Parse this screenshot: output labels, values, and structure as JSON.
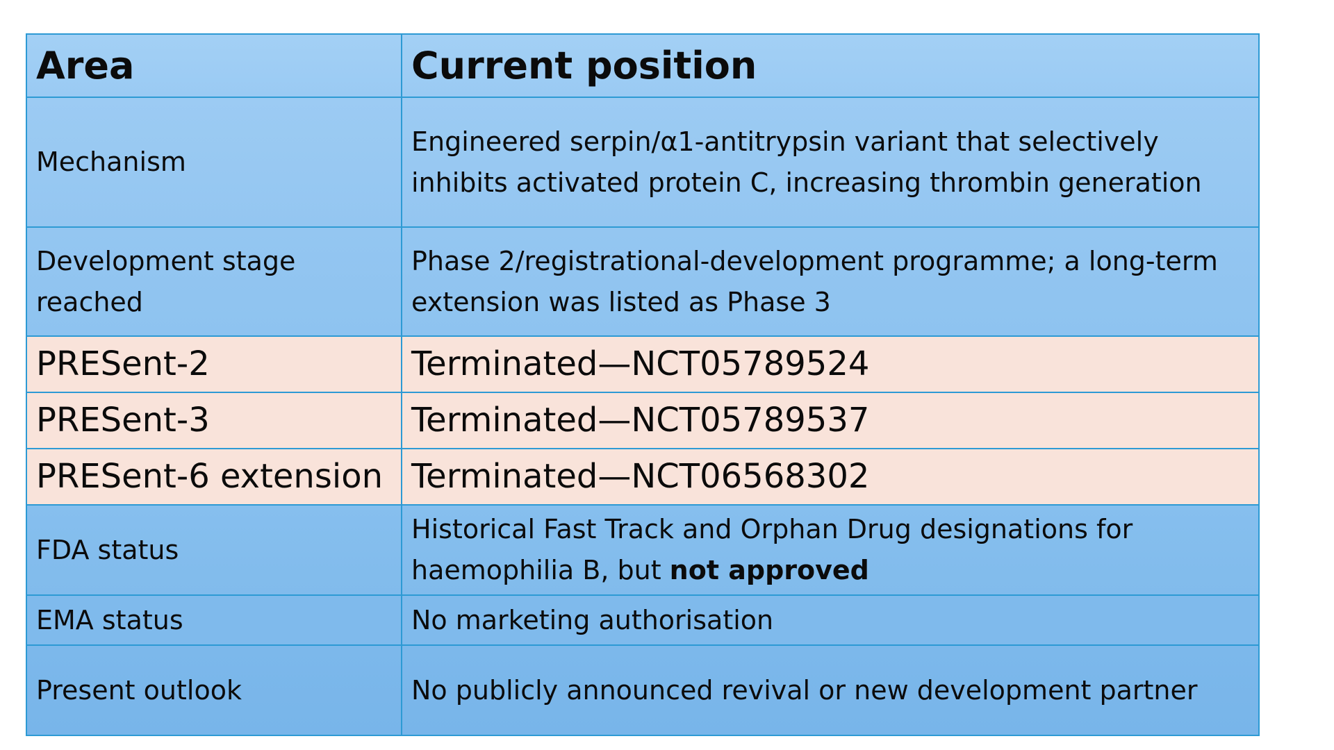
{
  "table": {
    "headers": [
      "Area",
      "Current position"
    ],
    "rows": [
      {
        "area": "Mechanism",
        "position": "Engineered serpin/α1-antitrypsin variant that selectively inhibits activated protein C, increasing thrombin generation"
      },
      {
        "area": "Development stage reached",
        "position": "Phase 2/registrational-development programme; a long-term extension was listed as Phase 3"
      },
      {
        "area": "PRESent-2",
        "position": "Terminated—NCT05789524"
      },
      {
        "area": "PRESent-3",
        "position": "Terminated—NCT05789537"
      },
      {
        "area": "PRESent-6 extension",
        "position": "Terminated—NCT06568302"
      },
      {
        "area": "FDA status",
        "position_prefix": "Historical Fast Track and Orphan Drug designations for haemophilia B, but ",
        "position_bold": "not approved"
      },
      {
        "area": "EMA status",
        "position": "No marketing authorisation"
      },
      {
        "area": "Present outlook",
        "position": "No publicly announced revival or new development partner"
      }
    ]
  },
  "colors": {
    "border": "#2d9ad4",
    "header_bg": "#a3d0f5",
    "row_blue": "#8ec3f0",
    "row_highlight": "#f9e3da"
  }
}
